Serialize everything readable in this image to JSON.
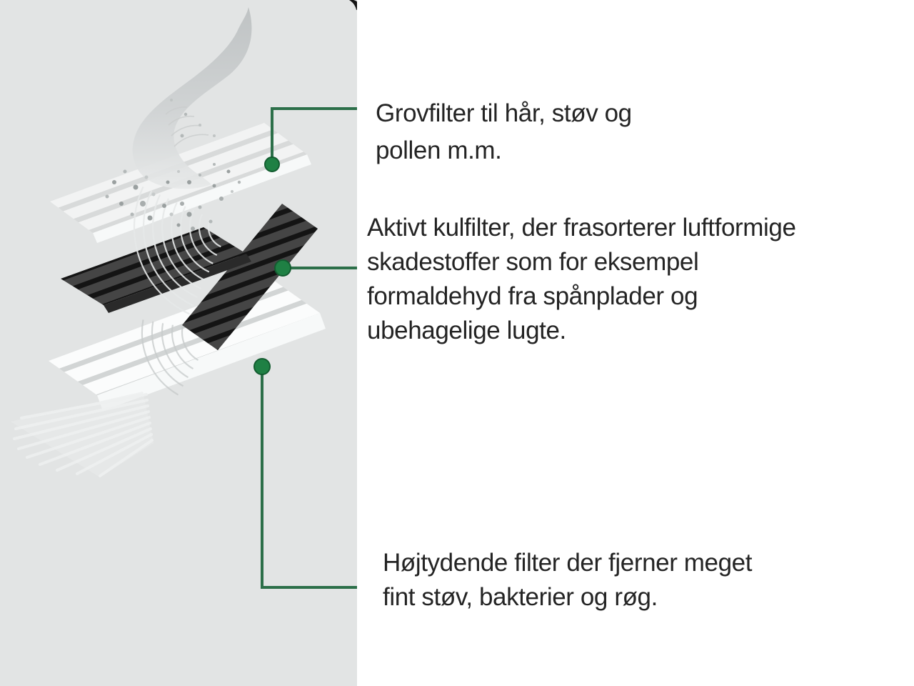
{
  "colors": {
    "panel_bg": "#e2e4e4",
    "accent_green": "#1f8044",
    "line_green": "#2c6f49",
    "dot_stroke": "#135c30",
    "text_color": "#242424",
    "dark_filter": "#454545",
    "dark_filter_gap": "#141414"
  },
  "icons": {
    "connector_dot": "filled-circle",
    "corner_mark": "black-curved-tick-fragment"
  },
  "labels": [
    {
      "id": "grovfilter",
      "text": "Grovfilter til hår, støv og\npollen m.m."
    },
    {
      "id": "kulfilter",
      "text": "Aktivt kulfilter, der frasorterer luftformige\nskadestoffer som for eksempel\nformaldehyd fra spånplader og\nubehagelige lugte."
    },
    {
      "id": "hepa",
      "text": "Højtydende filter der fjerner meget\nfint støv, bakterier og røg."
    }
  ],
  "illustration": {
    "description": "Exploded stack of three air-purifier filter layers with smoke plume and particles",
    "layers": [
      "coarse pre-filter (white corrugated)",
      "active carbon filter (dark corrugated, bent)",
      "high-performance fine filter (white corrugated with fanned media)"
    ]
  }
}
